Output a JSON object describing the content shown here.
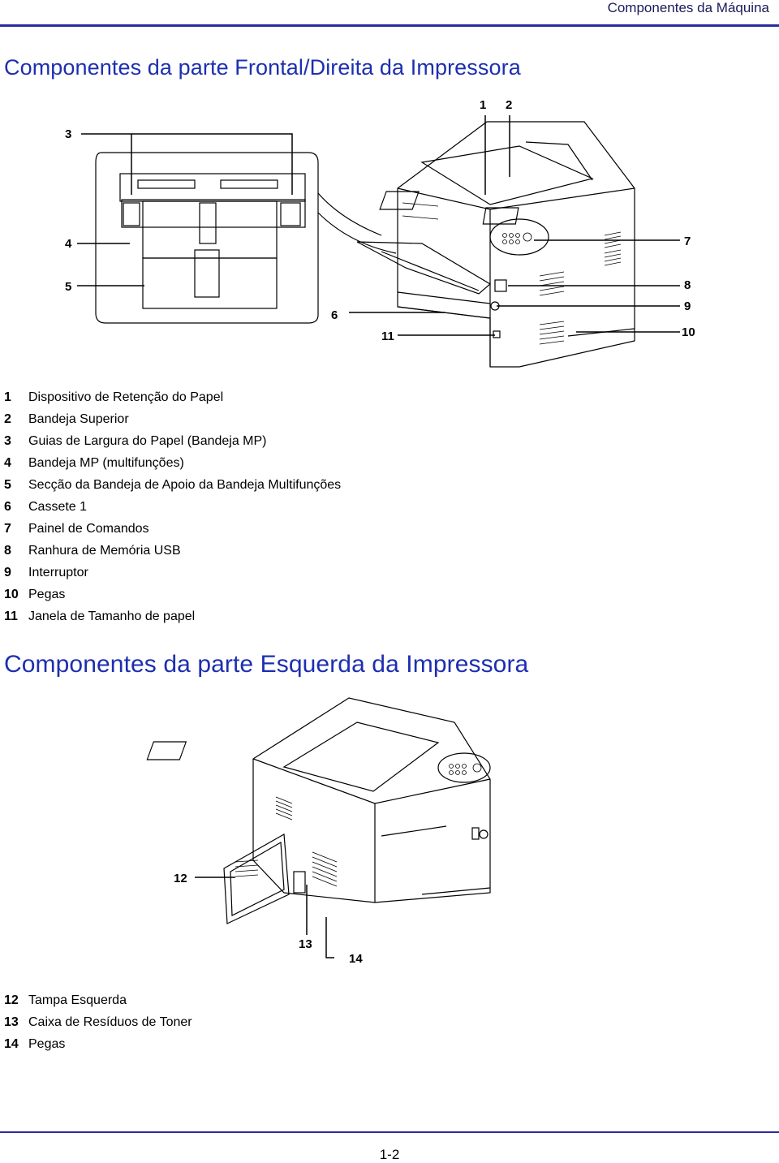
{
  "header": {
    "title": "Componentes da Máquina"
  },
  "section1": {
    "title": "Componentes da parte Frontal/Direita da Impressora",
    "callouts": [
      "1",
      "2",
      "3",
      "4",
      "5",
      "6",
      "7",
      "8",
      "9",
      "10",
      "11"
    ],
    "legend": [
      {
        "num": "1",
        "text": "Dispositivo de Retenção do Papel"
      },
      {
        "num": "2",
        "text": "Bandeja Superior"
      },
      {
        "num": "3",
        "text": "Guias de Largura do Papel (Bandeja MP)"
      },
      {
        "num": "4",
        "text": "Bandeja MP (multifunções)"
      },
      {
        "num": "5",
        "text": "Secção da Bandeja de Apoio da Bandeja Multifunções"
      },
      {
        "num": "6",
        "text": "Cassete 1"
      },
      {
        "num": "7",
        "text": "Painel de Comandos"
      },
      {
        "num": "8",
        "text": "Ranhura de Memória USB"
      },
      {
        "num": "9",
        "text": "Interruptor"
      },
      {
        "num": "10",
        "text": "Pegas"
      },
      {
        "num": "11",
        "text": "Janela de Tamanho de papel"
      }
    ]
  },
  "section2": {
    "title": "Componentes da parte Esquerda da Impressora",
    "callouts": [
      "12",
      "13",
      "14"
    ],
    "legend": [
      {
        "num": "12",
        "text": "Tampa Esquerda"
      },
      {
        "num": "13",
        "text": "Caixa de Resíduos de Toner"
      },
      {
        "num": "14",
        "text": "Pegas"
      }
    ]
  },
  "footer": {
    "page": "1-2"
  }
}
